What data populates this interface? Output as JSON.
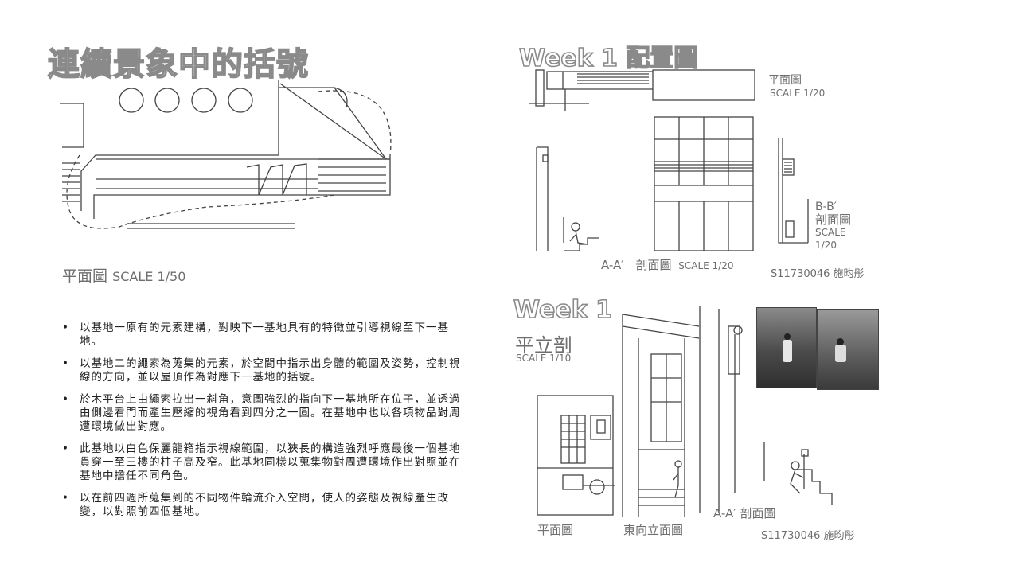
{
  "left": {
    "title": "連續景象中的括號",
    "plan_label": "平面圖",
    "plan_scale": "SCALE 1/50",
    "bullets": [
      "以基地一原有的元素建構，對映下一基地具有的特徵並引導視線至下一基地。",
      "以基地二的繩索為蒐集的元素，於空間中指示出身體的範圍及姿勢，控制視線的方向，並以屋頂作為對應下一基地的括號。",
      "於木平台上由繩索拉出一斜角，意圖強烈的指向下一基地所在位子，並透過由側邊看門而產生壓縮的視角看到四分之一圓。在基地中也以各項物品對周遭環境做出對應。",
      "此基地以白色保麗龍箱指示視線範圍，以狹長的構造強烈呼應最後一個基地貫穿一至三樓的柱子高及窄。此基地同樣以蒐集物對周遭環境作出對照並在基地中擔任不同角色。",
      "以在前四週所蒐集到的不同物件輪流介入空間，使人的姿態及視線產生改變，以對照前四個基地。"
    ]
  },
  "week1_top": {
    "title": "Week 1 配置圖",
    "plan_label": "平面圖",
    "plan_scale": "SCALE 1/20",
    "section_aa": "A-A′",
    "section_aa_label": "剖面圖",
    "section_aa_scale": "SCALE 1/20",
    "section_bb": "B-B′",
    "section_bb_label": "剖面圖",
    "section_bb_scale": "SCALE",
    "section_bb_scale2": "1/20",
    "student": "S11730046 施昀彤"
  },
  "week1_bottom": {
    "title": "Week 1",
    "subtitle": "平立剖",
    "scale": "SCALE 1/10",
    "plan_label": "平面圖",
    "elevation_label": "東向立面圖",
    "section_label": "A-A′ 剖面圖",
    "student": "S11730046 施昀彤"
  }
}
